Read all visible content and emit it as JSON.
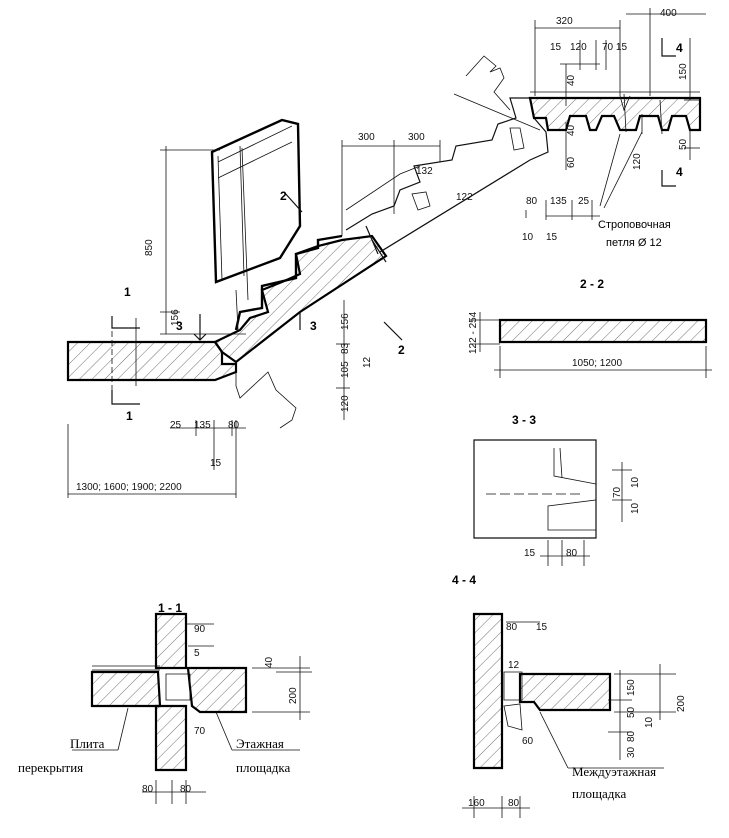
{
  "labels": {
    "strop_1": "Строповочная",
    "strop_2": "петля Ø 12",
    "plita_1": "Плита",
    "plita_2": "перекрытия",
    "etazh_1": "Этажная",
    "etazh_2": "площадка",
    "mezh_1": "Междуэтажная",
    "mezh_2": "площадка"
  },
  "sections": {
    "s11": "1 - 1",
    "s22": "2 - 2",
    "s33": "3 - 3",
    "s44": "4 - 4",
    "m1a": "1",
    "m1b": "1",
    "m2a": "2",
    "m2b": "2",
    "m3a": "3",
    "m3b": "3",
    "m4a": "4",
    "m4b": "4"
  },
  "dims": {
    "d320": "320",
    "d400": "400",
    "d15a": "15",
    "d120a": "120",
    "d70_15": "70 15",
    "d40a": "40",
    "d150a": "150",
    "d40b": "40",
    "d50a": "50",
    "d60a": "60",
    "d120b": "120",
    "d300a": "300",
    "d300b": "300",
    "d132": "132",
    "d122": "122",
    "d80a": "80",
    "d135a": "135",
    "d25a": "25",
    "d10a": "10",
    "d15b": "15",
    "d850": "850",
    "d156a": "156",
    "d156b": "156",
    "d105": "105",
    "d83": "83",
    "d12a": "12",
    "d120c": "120",
    "d25b": "25",
    "d135b": "135",
    "d80b": "80",
    "d15c": "15",
    "d_span": "1300; 1600; 1900; 2200",
    "d122_254": "122 - 254",
    "d1050": "1050; 1200",
    "d70a": "70",
    "d10b": "10",
    "d10c": "10",
    "d15d": "15",
    "d80c": "80",
    "d90": "90",
    "d5": "5",
    "d40c": "40",
    "d200a": "200",
    "d70b": "70",
    "d80d": "80",
    "d80e": "80",
    "d80f": "80",
    "d15e": "15",
    "d12b": "12",
    "d150b": "150",
    "d50b": "50",
    "d200b": "200",
    "d10d": "10",
    "d80g": "80",
    "d30": "30",
    "d60b": "60",
    "d160": "160",
    "d80h": "80"
  }
}
